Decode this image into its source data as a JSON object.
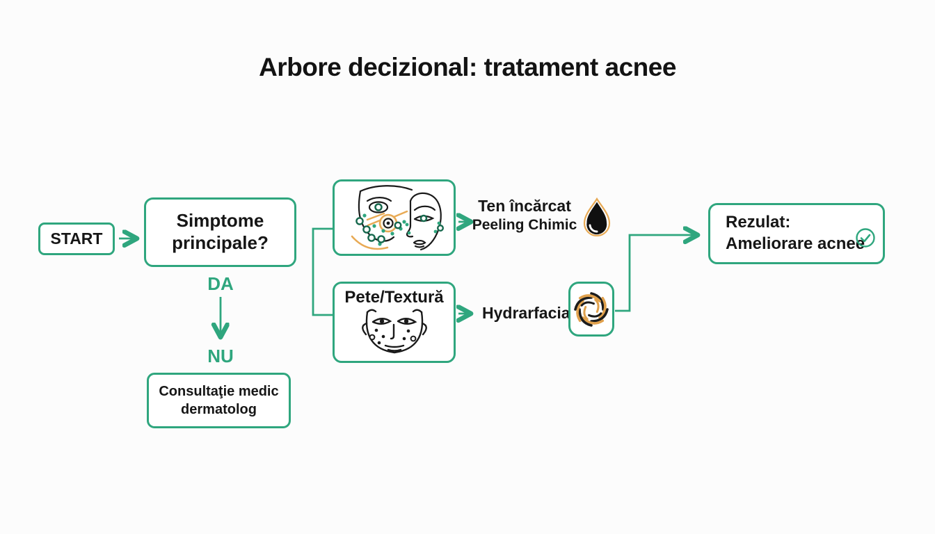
{
  "palette": {
    "green": "#2fa67e",
    "orange": "#e8aa55",
    "ink": "#161616",
    "background": "#fcfcfc"
  },
  "title": "Arbore decizional: tratament acnee",
  "flow": {
    "start": {
      "label": "START"
    },
    "question": {
      "line1": "Simptome",
      "line2": "principale?",
      "icon": "face-acne-icon"
    },
    "yes_label": "DA",
    "no_label": "NU",
    "consult": {
      "line1": "Consultaţie medic",
      "line2": "dermatolog"
    },
    "oily": {
      "line1": "Ten încărcat",
      "line2": "Peeling Chimic",
      "icon": "droplet-icon"
    },
    "spots": {
      "label": "Pete/Textură",
      "icon": "face-spots-icon"
    },
    "hydrafacial": {
      "label": "Hydrarfacial",
      "icon": "swirl-icon"
    },
    "result": {
      "line1": "Rezulat:",
      "line2": "Ameliorare acnee",
      "icon": "check-circle-icon"
    }
  }
}
